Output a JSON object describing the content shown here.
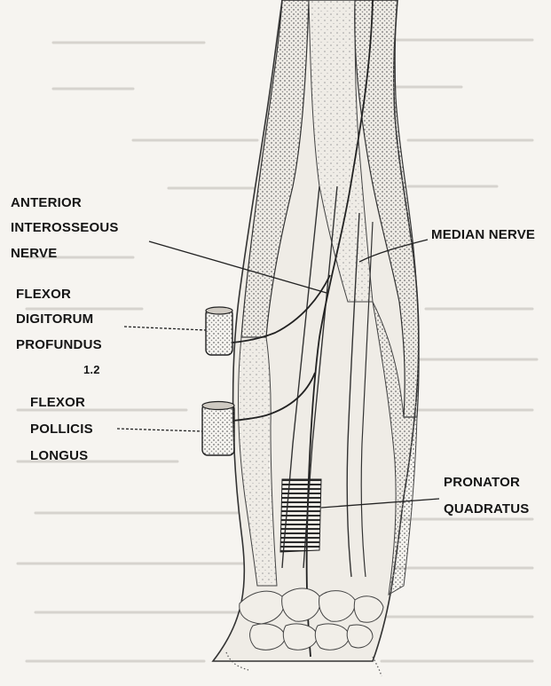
{
  "labels": {
    "anterior_interosseous": [
      "ANTERIOR",
      "INTEROSSEOUS",
      "NERVE"
    ],
    "flexor_digitorum": [
      "FLEXOR",
      "DIGITORUM",
      "PROFUNDUS",
      "1.2"
    ],
    "flexor_pollicis": [
      "FLEXOR",
      "POLLICIS",
      "LONGUS"
    ],
    "median_nerve": "MEDIAN NERVE",
    "pronator_quadratus": [
      "PRONATOR",
      "QUADRATUS"
    ]
  },
  "colors": {
    "paper": "#f6f4f0",
    "ink": "#151515",
    "faint_text": "#c9c6c0"
  }
}
